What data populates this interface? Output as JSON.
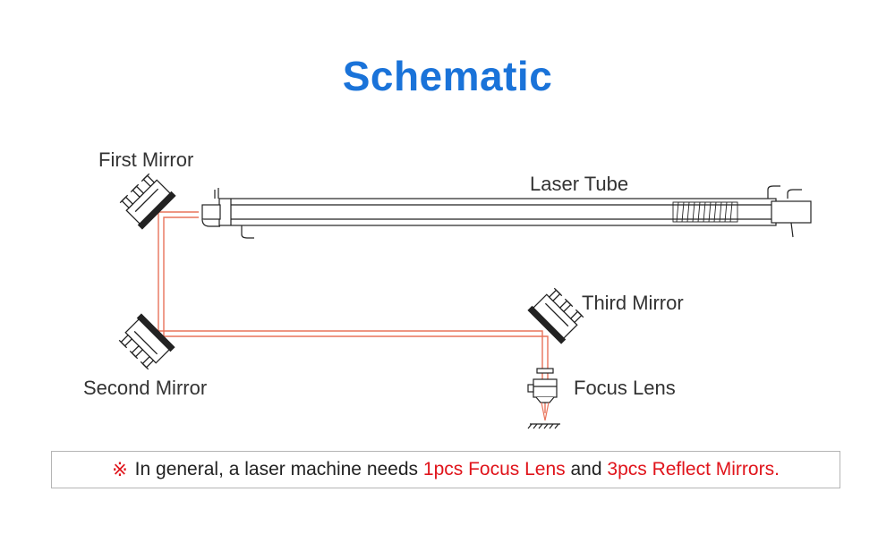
{
  "title": "Schematic",
  "labels": {
    "first_mirror": "First Mirror",
    "second_mirror": "Second Mirror",
    "third_mirror": "Third Mirror",
    "laser_tube": "Laser Tube",
    "focus_lens": "Focus Lens"
  },
  "note": {
    "symbol": "※",
    "part1": "In general, a laser machine needs",
    "highlight1": "1pcs Focus Lens",
    "part2": "and",
    "highlight2": "3pcs Reflect Mirrors."
  },
  "colors": {
    "title": "#1a73d9",
    "beam": "#e8735a",
    "highlight": "#e0141b"
  }
}
